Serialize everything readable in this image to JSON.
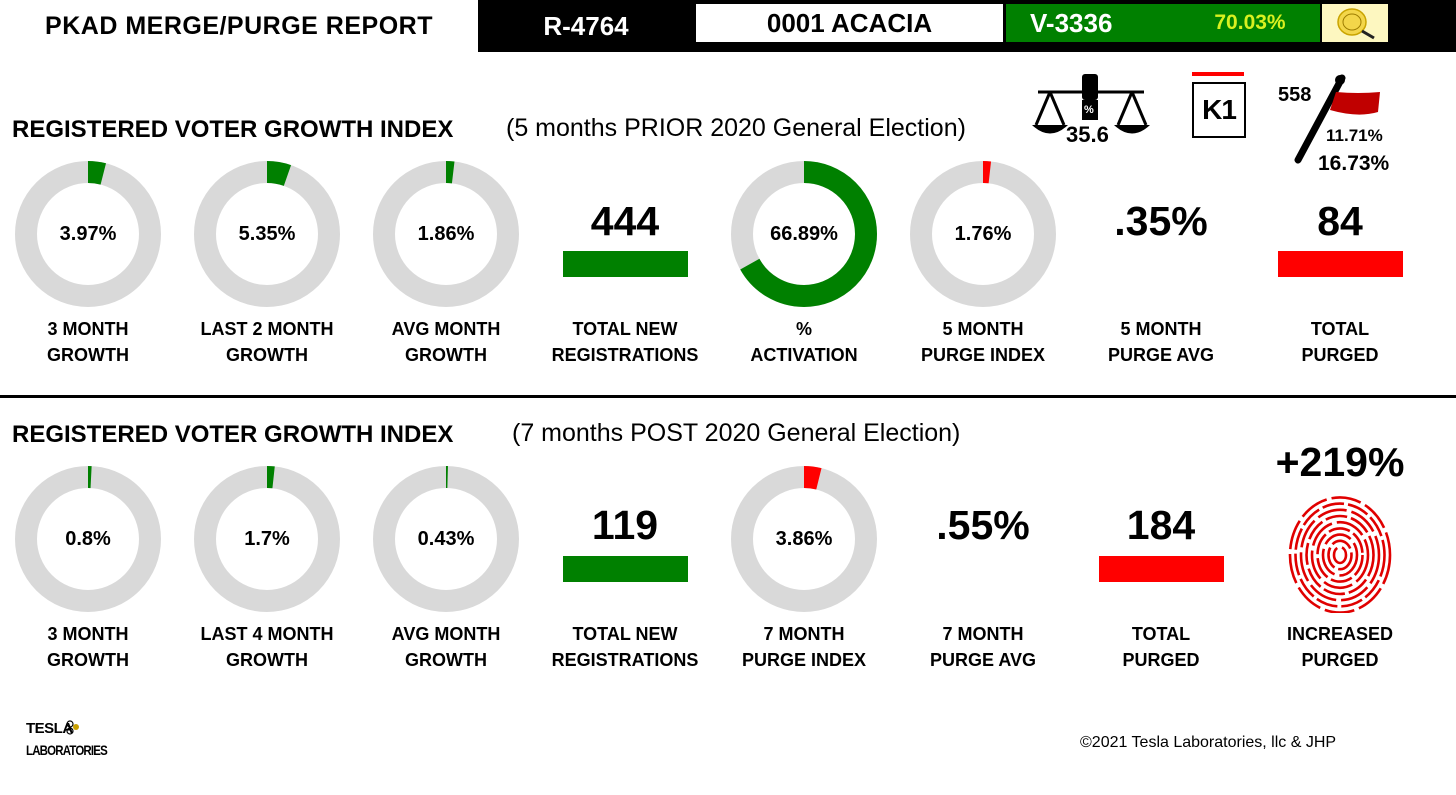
{
  "header": {
    "title": "PKAD MERGE/PURGE REPORT",
    "report_id": "R-4764",
    "precinct": "0001 ACACIA",
    "voter_id": "V-3336",
    "voter_pct": "70.03%"
  },
  "badges": {
    "scale_value": "35.6",
    "scale_symbol": "%",
    "k1": "K1",
    "pin_count": "558",
    "pin_pct_a": "11.71%",
    "pin_pct_b": "16.73%"
  },
  "prior": {
    "title": "REGISTERED VOTER GROWTH INDEX",
    "subtitle": "(5 months PRIOR 2020 General Election)",
    "metrics": [
      {
        "kind": "donut",
        "value": "3.97%",
        "fraction": 0.0397,
        "color": "#008000",
        "label1": "3 MONTH",
        "label2": "GROWTH"
      },
      {
        "kind": "donut",
        "value": "5.35%",
        "fraction": 0.0535,
        "color": "#008000",
        "label1": "LAST 2 MONTH",
        "label2": "GROWTH"
      },
      {
        "kind": "donut",
        "value": "1.86%",
        "fraction": 0.0186,
        "color": "#008000",
        "label1": "AVG MONTH",
        "label2": "GROWTH"
      },
      {
        "kind": "bar",
        "value": "444",
        "color": "#008000",
        "label1": "TOTAL NEW",
        "label2": "REGISTRATIONS"
      },
      {
        "kind": "donut",
        "value": "66.89%",
        "fraction": 0.6689,
        "color": "#008000",
        "label1": "%",
        "label2": "ACTIVATION"
      },
      {
        "kind": "donut",
        "value": "1.76%",
        "fraction": 0.0176,
        "color": "#ff0000",
        "label1": "5 MONTH",
        "label2": "PURGE INDEX"
      },
      {
        "kind": "text",
        "value": ".35%",
        "label1": "5 MONTH",
        "label2": "PURGE AVG"
      },
      {
        "kind": "bar",
        "value": "84",
        "color": "#ff0000",
        "label1": "TOTAL",
        "label2": "PURGED"
      }
    ]
  },
  "post": {
    "title": "REGISTERED VOTER GROWTH INDEX",
    "subtitle": "(7 months POST 2020 General Election)",
    "metrics": [
      {
        "kind": "donut",
        "value": "0.8%",
        "fraction": 0.008,
        "color": "#008000",
        "label1": "3 MONTH",
        "label2": "GROWTH"
      },
      {
        "kind": "donut",
        "value": "1.7%",
        "fraction": 0.017,
        "color": "#008000",
        "label1": "LAST 4 MONTH",
        "label2": "GROWTH"
      },
      {
        "kind": "donut",
        "value": "0.43%",
        "fraction": 0.0043,
        "color": "#008000",
        "label1": "AVG MONTH",
        "label2": "GROWTH"
      },
      {
        "kind": "bar",
        "value": "119",
        "color": "#008000",
        "label1": "TOTAL NEW",
        "label2": "REGISTRATIONS"
      },
      {
        "kind": "donut",
        "value": "3.86%",
        "fraction": 0.0386,
        "color": "#ff0000",
        "label1": "7 MONTH",
        "label2": "PURGE INDEX"
      },
      {
        "kind": "text",
        "value": ".55%",
        "label1": "7 MONTH",
        "label2": "PURGE AVG"
      },
      {
        "kind": "bar",
        "value": "184",
        "color": "#ff0000",
        "label1": "TOTAL",
        "label2": "PURGED"
      },
      {
        "kind": "fingerprint",
        "value": "+219%",
        "label1": "INCREASED",
        "label2": "PURGED"
      }
    ]
  },
  "footer": {
    "logo_line1": "TESLA",
    "logo_line2": "LABORATORIES",
    "copyright": "©2021 Tesla Laboratories, llc & JHP"
  },
  "colors": {
    "green": "#008000",
    "red": "#ff0000",
    "track": "#d9d9d9"
  },
  "icons": [
    "scale-icon",
    "k1-logo",
    "pin-flag-icon",
    "fingerprint-icon",
    "tesla-logo",
    "report-seal-icon"
  ]
}
